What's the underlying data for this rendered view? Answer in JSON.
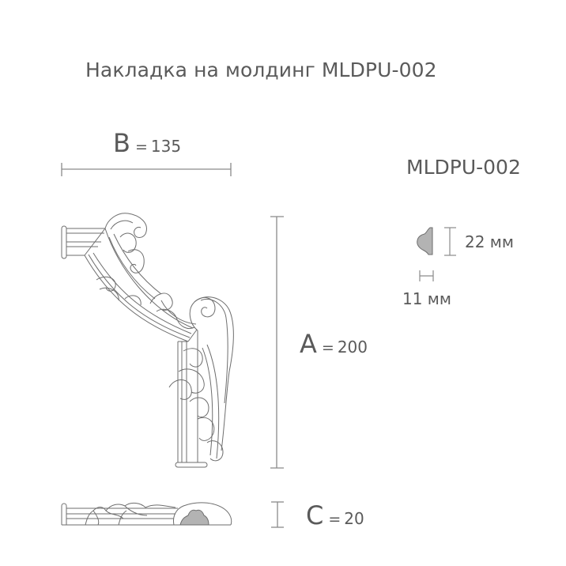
{
  "title": "Накладка на молдинг MLDPU-002",
  "product_code": "MLDPU-002",
  "dimensions": {
    "B": {
      "letter": "B",
      "eq": "=",
      "value": "135"
    },
    "A": {
      "letter": "A",
      "eq": "=",
      "value": "200"
    },
    "C": {
      "letter": "C",
      "eq": "=",
      "value": "20"
    }
  },
  "profile": {
    "height_label": "22 мм",
    "width_label": "11 мм"
  },
  "colors": {
    "line": "#6e6e6e",
    "dim_line": "#8a8a8a",
    "profile_fill": "#b3b3b3",
    "text": "#5a5a5a"
  }
}
